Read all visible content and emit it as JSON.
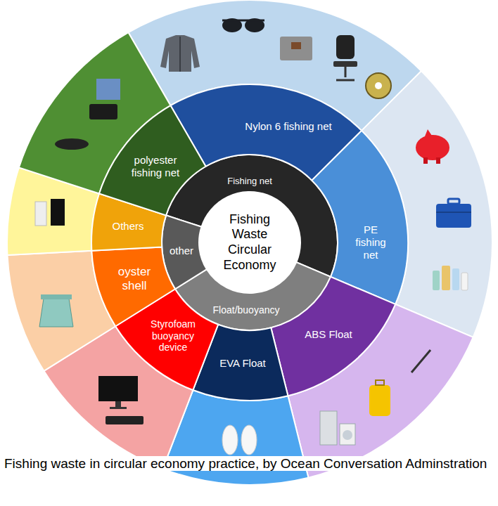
{
  "diagram": {
    "caption": "Fishing waste in circular economy practice, by Ocean Conversation Adminstration",
    "nodes": [
      {
        "text": [
          "Fishing Waste Circular Economy"
        ]
      },
      {
        "text": [
          "Fishing net"
        ]
      },
      {
        "text": [
          "Float/buoyancy"
        ]
      },
      {
        "text": [
          "other"
        ]
      },
      {
        "text": [
          "Nylon 6 fishing net"
        ]
      },
      {
        "text": [
          "PE fishing net"
        ]
      },
      {
        "text": [
          "ABS Float"
        ]
      },
      {
        "text": [
          "EVA Float"
        ]
      },
      {
        "text": [
          "Styrofoam buoyancy device"
        ]
      },
      {
        "text": [
          "oyster shell"
        ]
      },
      {
        "text": [
          "Others"
        ]
      },
      {
        "text": [
          "polyester fishing net"
        ]
      }
    ],
    "edges": []
  }
}
